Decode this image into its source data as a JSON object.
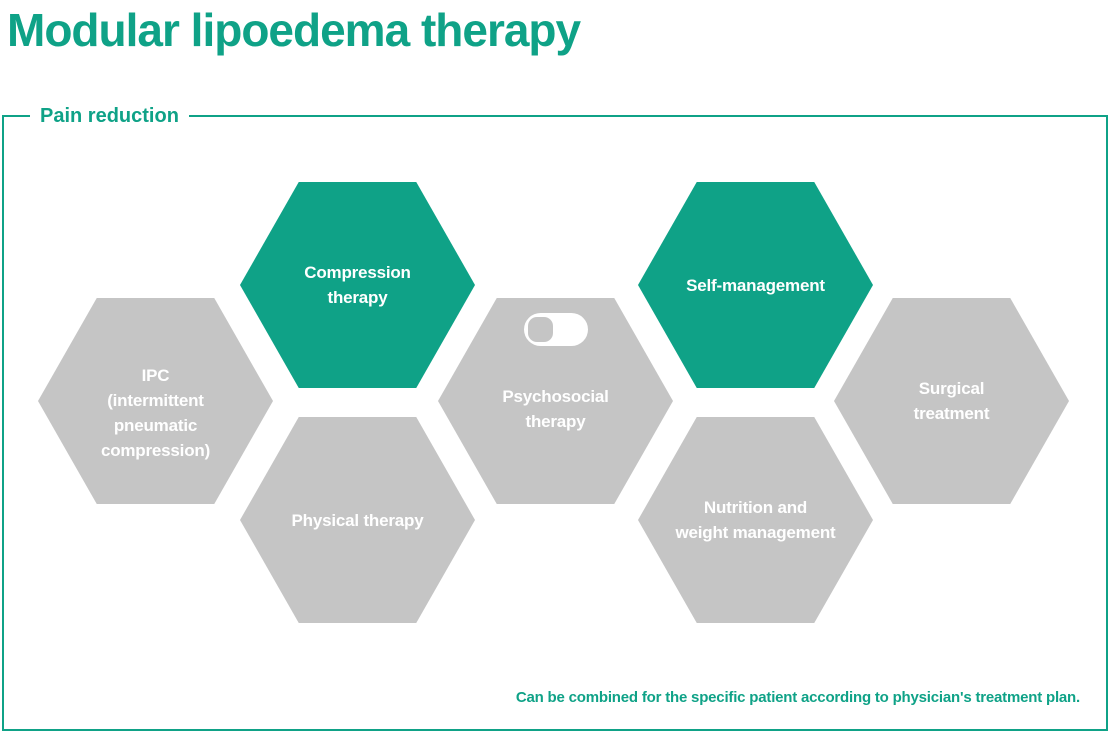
{
  "title": "Modular lipoedema therapy",
  "frame": {
    "label": "Pain reduction",
    "footnote": "Can be combined for the specific patient according to physician's treatment plan."
  },
  "colors": {
    "teal": "#0fa287",
    "gray": "#c5c5c5",
    "hex_text": "#ffffff"
  },
  "hexagons": [
    {
      "id": "ipc",
      "variant": "gray",
      "lines": [
        "IPC",
        "(intermittent",
        "pneumatic",
        "compression)"
      ]
    },
    {
      "id": "compression-therapy",
      "variant": "teal",
      "lines": [
        "Compression",
        "therapy"
      ]
    },
    {
      "id": "physical-therapy",
      "variant": "gray",
      "lines": [
        "Physical therapy"
      ]
    },
    {
      "id": "psychosocial-therapy",
      "variant": "gray",
      "icon": "toggle-switch-off",
      "lines": [
        "Psychosocial",
        "therapy"
      ]
    },
    {
      "id": "self-management",
      "variant": "teal",
      "lines": [
        "Self-management"
      ]
    },
    {
      "id": "nutrition-and-weight-management",
      "variant": "gray",
      "lines": [
        "Nutrition and",
        "weight management"
      ]
    },
    {
      "id": "surgical-treatment",
      "variant": "gray",
      "lines": [
        "Surgical",
        "treatment"
      ]
    }
  ]
}
